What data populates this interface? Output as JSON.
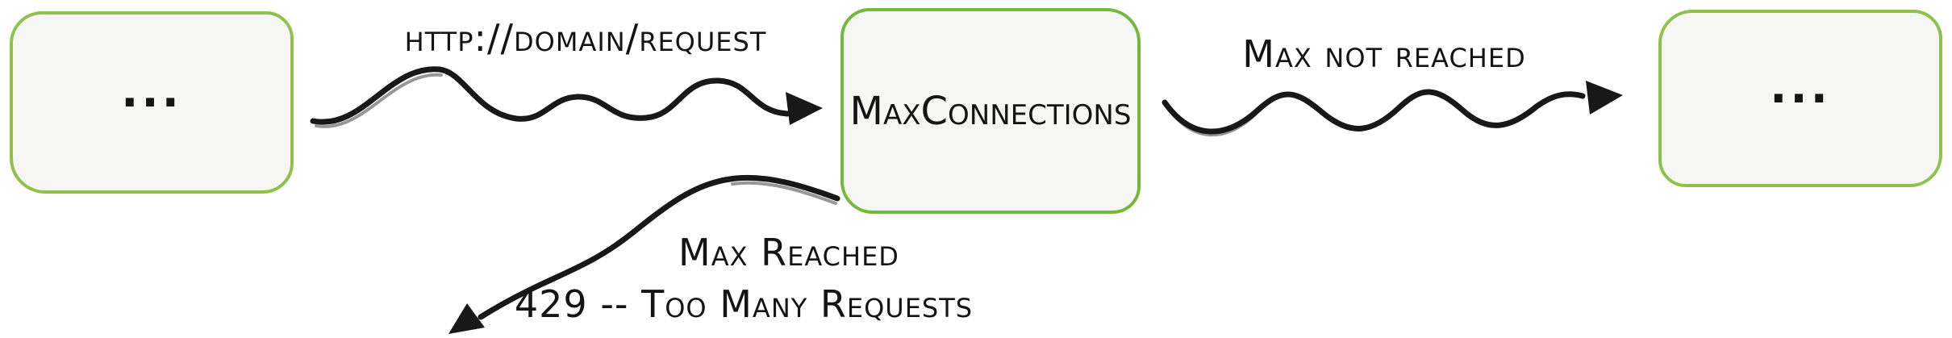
{
  "diagram": {
    "nodes": {
      "source": {
        "label": "..."
      },
      "center": {
        "label": "MaxConnections"
      },
      "target": {
        "label": "..."
      }
    },
    "edges": {
      "request": {
        "label": "http://domain/request"
      },
      "max_not_reached": {
        "label": "Max not reached"
      },
      "max_reached": {
        "label_line1": "Max Reached",
        "label_line2": "429 -- Too Many Requests"
      }
    },
    "colors": {
      "node_border_green": "#7cb93e",
      "node_fill": "#f6f6f5",
      "ink": "#181818",
      "background": "#ffffff"
    }
  }
}
